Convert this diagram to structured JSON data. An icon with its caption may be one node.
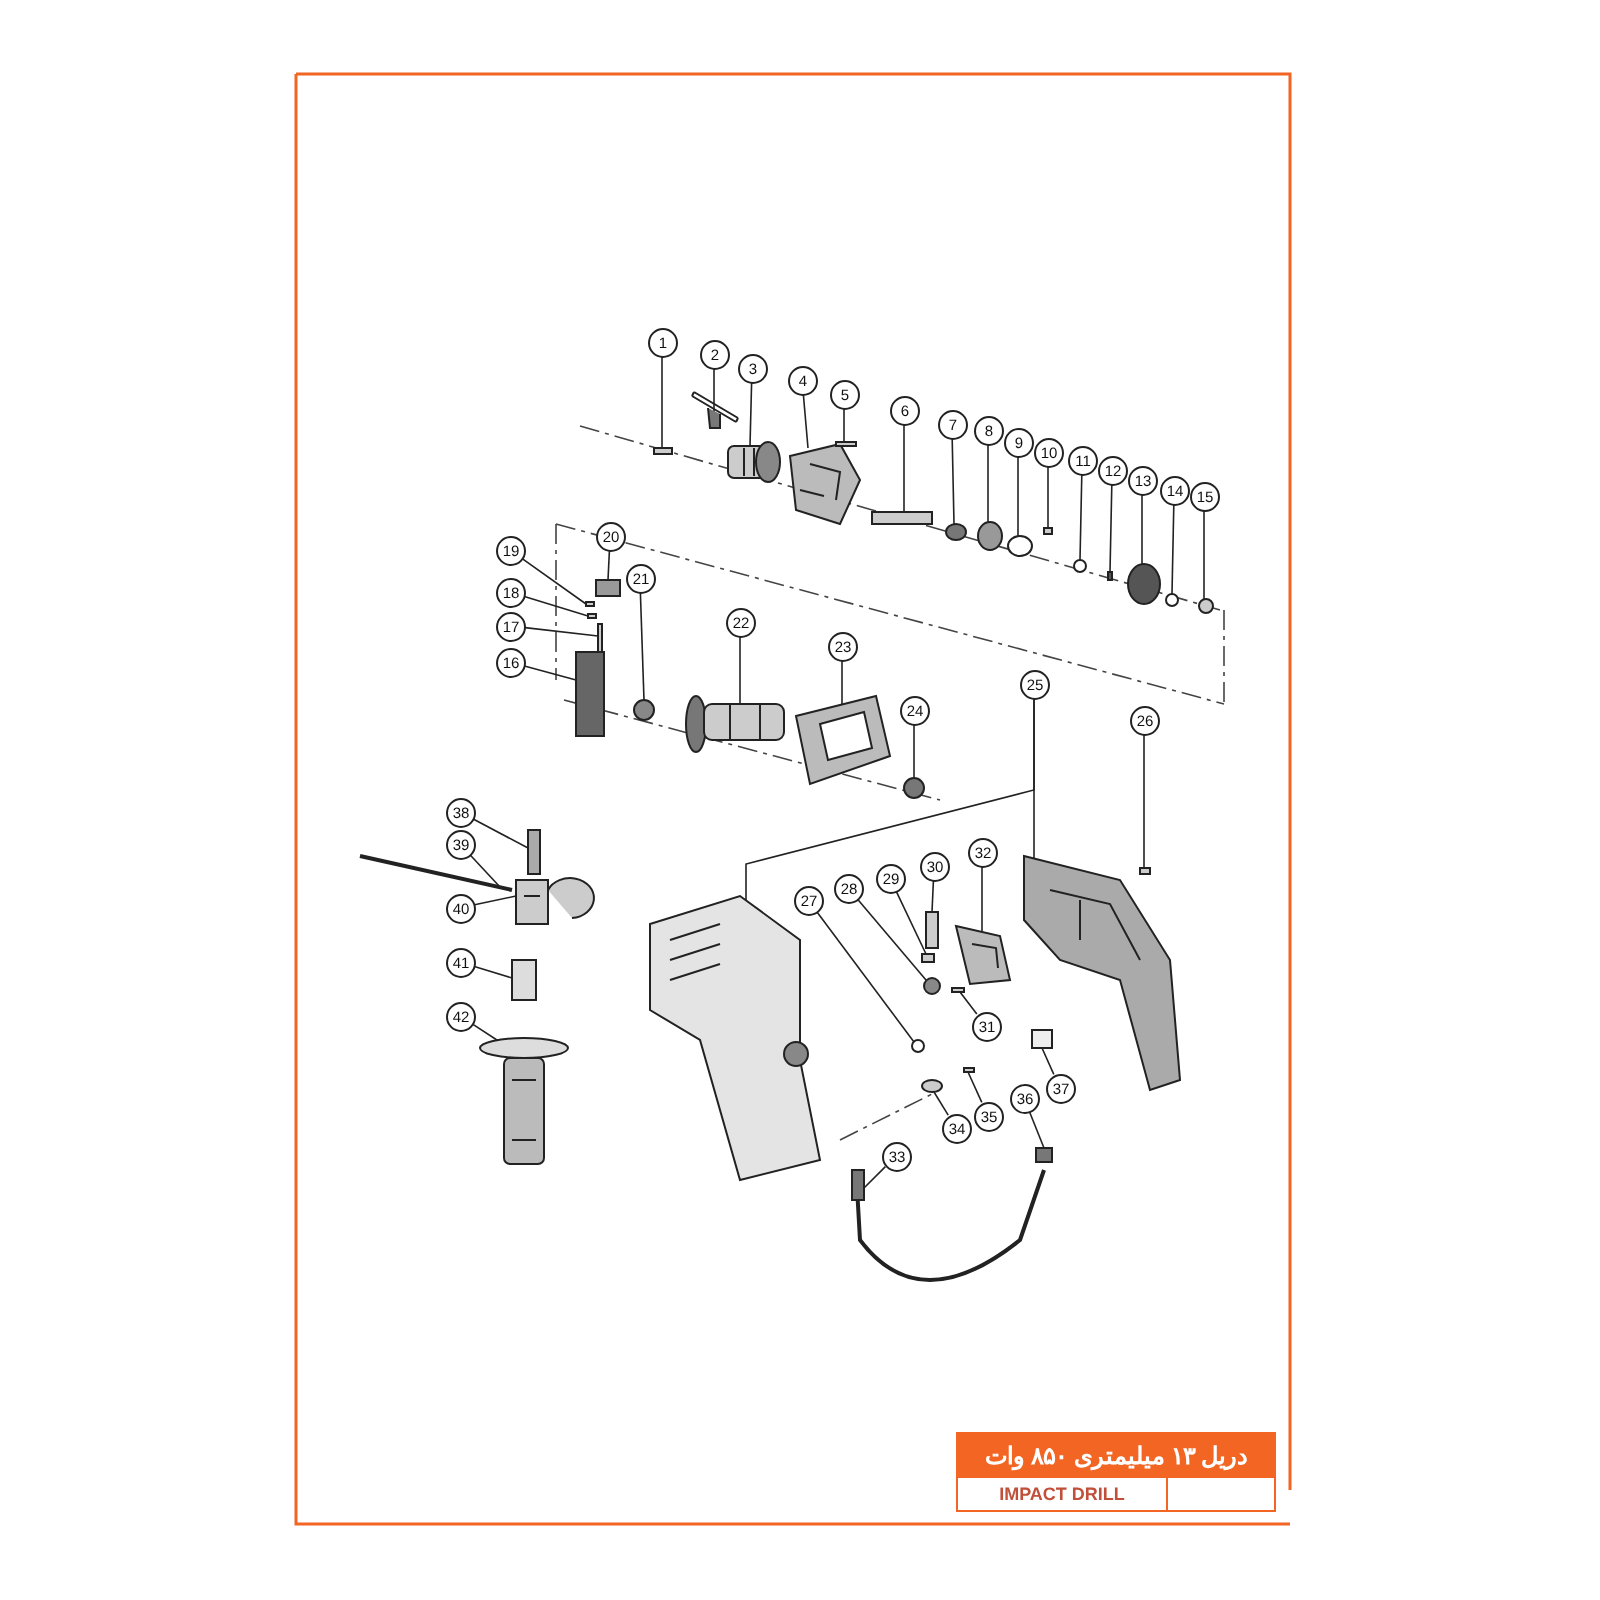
{
  "diagram": {
    "title": "دریل ۱۳ میلیمتری ۸۵۰ وات",
    "nodes": [
      {
        "text": [
          "1"
        ]
      },
      {
        "text": [
          "2"
        ]
      },
      {
        "text": [
          "3"
        ]
      },
      {
        "text": [
          "4"
        ]
      },
      {
        "text": [
          "5"
        ]
      },
      {
        "text": [
          "6"
        ]
      },
      {
        "text": [
          "7"
        ]
      },
      {
        "text": [
          "8"
        ]
      },
      {
        "text": [
          "9"
        ]
      },
      {
        "text": [
          "10"
        ]
      },
      {
        "text": [
          "11"
        ]
      },
      {
        "text": [
          "12"
        ]
      },
      {
        "text": [
          "13"
        ]
      },
      {
        "text": [
          "14"
        ]
      },
      {
        "text": [
          "15"
        ]
      },
      {
        "text": [
          "16"
        ]
      },
      {
        "text": [
          "17"
        ]
      },
      {
        "text": [
          "18"
        ]
      },
      {
        "text": [
          "19"
        ]
      },
      {
        "text": [
          "20"
        ]
      },
      {
        "text": [
          "21"
        ]
      },
      {
        "text": [
          "22"
        ]
      },
      {
        "text": [
          "23"
        ]
      },
      {
        "text": [
          "24"
        ]
      },
      {
        "text": [
          "25"
        ]
      },
      {
        "text": [
          "26"
        ]
      },
      {
        "text": [
          "27"
        ]
      },
      {
        "text": [
          "28"
        ]
      },
      {
        "text": [
          "29"
        ]
      },
      {
        "text": [
          "30"
        ]
      },
      {
        "text": [
          "31"
        ]
      },
      {
        "text": [
          "32"
        ]
      },
      {
        "text": [
          "33"
        ]
      },
      {
        "text": [
          "34"
        ]
      },
      {
        "text": [
          "35"
        ]
      },
      {
        "text": [
          "36"
        ]
      },
      {
        "text": [
          "37"
        ]
      },
      {
        "text": [
          "38"
        ]
      },
      {
        "text": [
          "39"
        ]
      },
      {
        "text": [
          "40"
        ]
      },
      {
        "text": [
          "41"
        ]
      },
      {
        "text": [
          "42"
        ]
      },
      {
        "text": [],
        "shape": "box"
      },
      {
        "text": [],
        "shape": "picture"
      },
      {
        "text": [],
        "shape": "picture"
      },
      {
        "text": [],
        "shape": "picture"
      },
      {
        "text": [],
        "shape": "box"
      },
      {
        "text": [],
        "shape": "box"
      },
      {
        "text": [],
        "shape": "circle"
      },
      {
        "text": [],
        "shape": "circle"
      },
      {
        "text": [],
        "shape": "circle"
      },
      {
        "text": [],
        "shape": "box"
      },
      {
        "text": [],
        "shape": "circle"
      },
      {
        "text": [],
        "shape": "box"
      },
      {
        "text": [],
        "shape": "circle"
      },
      {
        "text": [],
        "shape": "circle"
      },
      {
        "text": [],
        "shape": "circle"
      },
      {
        "text": [],
        "shape": "box"
      },
      {
        "text": [],
        "shape": "box"
      },
      {
        "text": [],
        "shape": "box"
      },
      {
        "text": [],
        "shape": "box"
      },
      {
        "text": [],
        "shape": "box"
      },
      {
        "text": [],
        "shape": "circle"
      },
      {
        "text": [],
        "shape": "picture"
      },
      {
        "text": [],
        "shape": "picture"
      },
      {
        "text": [],
        "shape": "circle"
      },
      {
        "text": [],
        "shape": "picture"
      },
      {
        "text": [],
        "shape": "picture"
      },
      {
        "text": [],
        "shape": "box"
      },
      {
        "text": [],
        "shape": "circle"
      },
      {
        "text": [],
        "shape": "circle"
      },
      {
        "text": [],
        "shape": "box"
      },
      {
        "text": [],
        "shape": "box"
      },
      {
        "text": [],
        "shape": "box"
      },
      {
        "text": [],
        "shape": "picture"
      },
      {
        "text": [],
        "shape": "picture"
      },
      {
        "text": [],
        "shape": "circle"
      },
      {
        "text": [],
        "shape": "box"
      },
      {
        "text": [],
        "shape": "box"
      },
      {
        "text": [],
        "shape": "box"
      },
      {
        "text": [],
        "shape": "box"
      },
      {
        "text": [],
        "shape": "picture"
      },
      {
        "text": [],
        "shape": "picture"
      },
      {
        "text": [],
        "shape": "box"
      },
      {
        "text": [],
        "shape": "picture"
      }
    ],
    "edges": [
      {
        "from": 0,
        "to": 42,
        "arrow": "none"
      },
      {
        "from": 1,
        "to": 43,
        "arrow": "none"
      },
      {
        "from": 2,
        "to": 44,
        "arrow": "none"
      },
      {
        "from": 3,
        "to": 45,
        "arrow": "none"
      },
      {
        "from": 4,
        "to": 46,
        "arrow": "none"
      },
      {
        "from": 5,
        "to": 47,
        "arrow": "none"
      },
      {
        "from": 6,
        "to": 48,
        "arrow": "none"
      },
      {
        "from": 7,
        "to": 49,
        "arrow": "none"
      },
      {
        "from": 8,
        "to": 50,
        "arrow": "none"
      },
      {
        "from": 9,
        "to": 51,
        "arrow": "none"
      },
      {
        "from": 10,
        "to": 52,
        "arrow": "none"
      },
      {
        "from": 11,
        "to": 53,
        "arrow": "none"
      },
      {
        "from": 12,
        "to": 54,
        "arrow": "none"
      },
      {
        "from": 13,
        "to": 55,
        "arrow": "none"
      },
      {
        "from": 14,
        "to": 56,
        "arrow": "none"
      },
      {
        "from": 15,
        "to": 57,
        "arrow": "none"
      },
      {
        "from": 16,
        "to": 58,
        "arrow": "none"
      },
      {
        "from": 17,
        "to": 59,
        "arrow": "none"
      },
      {
        "from": 18,
        "to": 60,
        "arrow": "none"
      },
      {
        "from": 19,
        "to": 61,
        "arrow": "none"
      },
      {
        "from": 20,
        "to": 62,
        "arrow": "none"
      },
      {
        "from": 21,
        "to": 63,
        "arrow": "none"
      },
      {
        "from": 22,
        "to": 64,
        "arrow": "none"
      },
      {
        "from": 23,
        "to": 65,
        "arrow": "none"
      },
      {
        "from": 24,
        "to": 66,
        "arrow": "none"
      },
      {
        "from": 24,
        "to": 67,
        "arrow": "none"
      },
      {
        "from": 25,
        "to": 68,
        "arrow": "none"
      },
      {
        "from": 26,
        "to": 69,
        "arrow": "none"
      },
      {
        "from": 27,
        "to": 70,
        "arrow": "none"
      },
      {
        "from": 28,
        "to": 71,
        "arrow": "none"
      },
      {
        "from": 29,
        "to": 72,
        "arrow": "none"
      },
      {
        "from": 30,
        "to": 73,
        "arrow": "none"
      },
      {
        "from": 31,
        "to": 74,
        "arrow": "none"
      },
      {
        "from": 32,
        "to": 75,
        "arrow": "none"
      },
      {
        "from": 33,
        "to": 76,
        "arrow": "none"
      },
      {
        "from": 34,
        "to": 77,
        "arrow": "none"
      },
      {
        "from": 35,
        "to": 78,
        "arrow": "none"
      },
      {
        "from": 36,
        "to": 79,
        "arrow": "none"
      },
      {
        "from": 37,
        "to": 80,
        "arrow": "none"
      },
      {
        "from": 38,
        "to": 81,
        "arrow": "none"
      },
      {
        "from": 39,
        "to": 82,
        "arrow": "none"
      },
      {
        "from": 40,
        "to": 83,
        "arrow": "none"
      },
      {
        "from": 41,
        "to": 84,
        "arrow": "none"
      }
    ],
    "labels": [
      "IMPACT DRILL"
    ]
  }
}
